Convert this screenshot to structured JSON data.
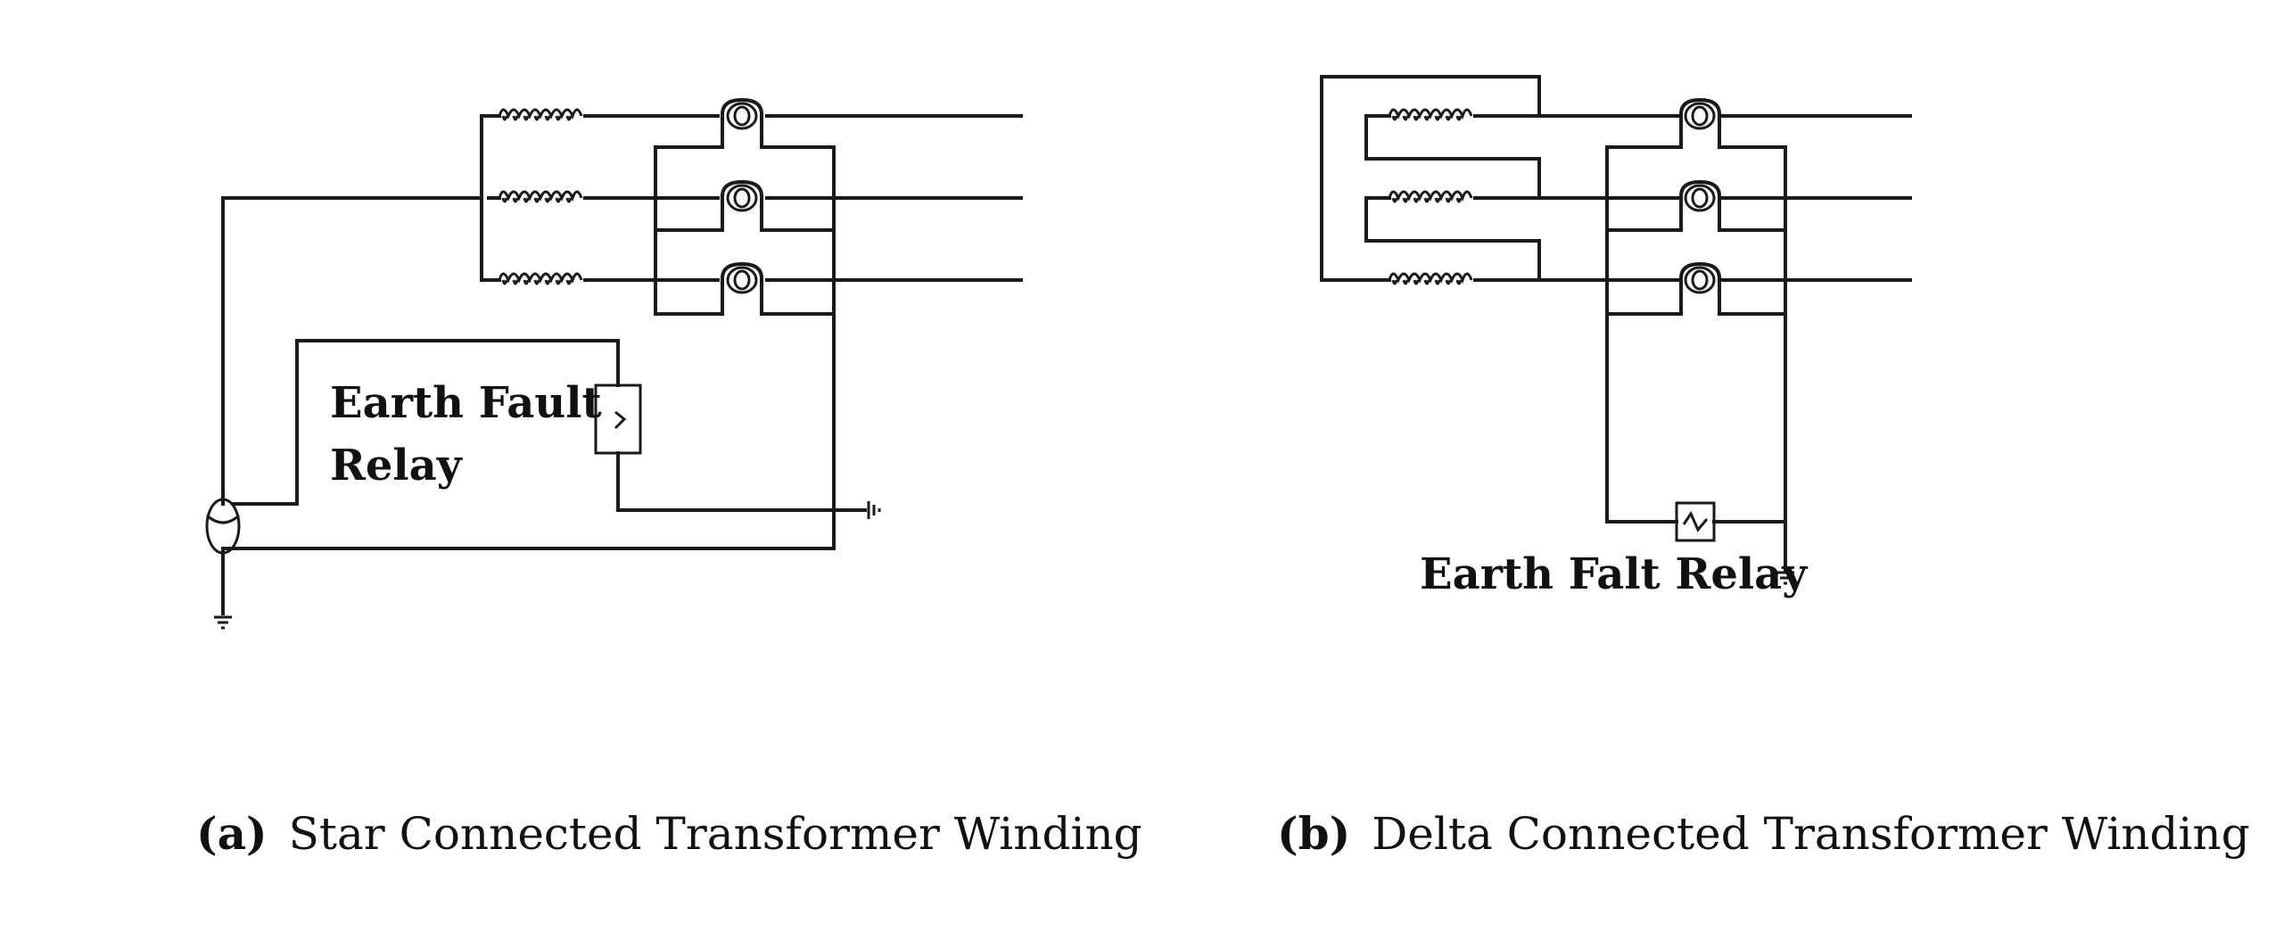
{
  "diagram_a": {
    "relay_label_line1": "Earth Fault",
    "relay_label_line2": "Relay",
    "caption_tag": "(a)",
    "caption_text": "Star Connected Transformer Winding"
  },
  "diagram_b": {
    "relay_label": "Earth Falt Relay",
    "caption_tag": "(b)",
    "caption_text": "Delta Connected Transformer Winding"
  },
  "icons": {
    "winding_coil": "inductor-coil-icon",
    "current_transformer": "current-transformer-icon",
    "relay": "relay-icon",
    "ground": "ground-icon"
  }
}
